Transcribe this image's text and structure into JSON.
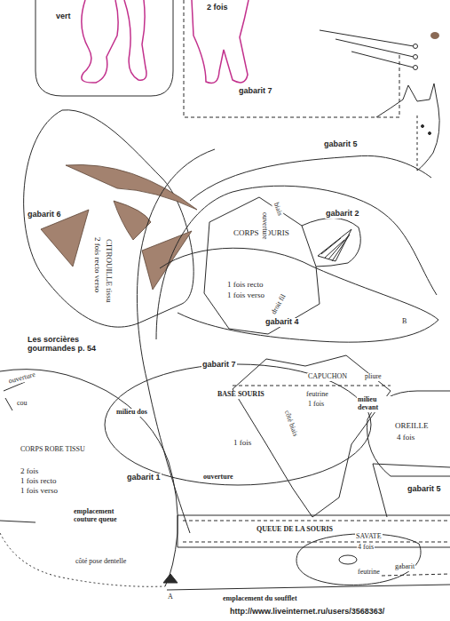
{
  "diagram": {
    "nodes": [
      {
        "text": [
          "vert"
        ]
      },
      {
        "text": [
          "2 fois",
          "gabarit 7"
        ]
      },
      {
        "text": [
          "gabarit 6",
          "CITROUILLE tissu",
          "2 fois recto verso"
        ]
      },
      {
        "text": [
          "CORPS SOURIS",
          "1 fois recto",
          "1 fois verso"
        ]
      },
      {
        "text": [
          "gabarit 7",
          "BASE SOURIS",
          "1 fois"
        ]
      },
      {
        "text": [
          "CAPUCHON",
          "pliure",
          "feutrine",
          "1 fois"
        ]
      },
      {
        "text": [
          "CORPS ROBE TISSU",
          "2 fois",
          "1 fois recto",
          "1 fois verso"
        ]
      },
      {
        "text": [
          "OREILLE",
          "4 fois"
        ]
      },
      {
        "text": [
          "QUEUE DE LA SOURIS"
        ]
      },
      {
        "text": [
          "SAVATE",
          "4 fois",
          "feutrine"
        ]
      }
    ],
    "labels": [
      "gabarit 5",
      "ouverture",
      "biais",
      "gabarit 2",
      "droit fil",
      "gabarit 4",
      "B",
      "Les sorcières gourmandes p. 54",
      "ouverture",
      "cou",
      "milieu dos",
      "milieu devant",
      "côté biais",
      "gabarit 1",
      "ouverture",
      "gabarit 5",
      "emplacement couture queue",
      "côté pose dentelle",
      "A",
      "emplacement du soufflet",
      "gabarit",
      "http://www.liveinternet.ru/users/3568363/"
    ]
  }
}
